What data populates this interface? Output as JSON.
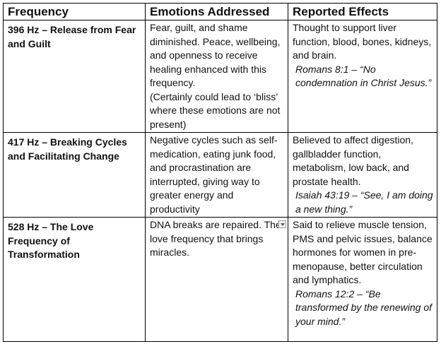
{
  "table": {
    "headers": [
      "Frequency",
      "Emotions Addressed",
      "Reported Effects"
    ],
    "rows": [
      {
        "frequency": "396 Hz – Release from Fear and Guilt",
        "emotions": "Fear, guilt, and shame diminished. Peace, wellbeing, and openness to receive healing enhanced with this frequency.",
        "emotions_note": "(Certainly could lead to ‘bliss’ where these emotions are not present)",
        "effects": "Thought to support liver function, blood, bones, kidneys, and brain.",
        "scripture": "Romans 8:1 – “No condemnation in Christ Jesus.”"
      },
      {
        "frequency": "417 Hz – Breaking Cycles and Facilitating Change",
        "emotions": "Negative cycles such as self-medication, eating junk food, and procrastination are interrupted, giving way to greater energy and productivity",
        "emotions_note": "",
        "effects": "Believed to affect digestion, gallbladder function, metabolism, low back, and prostate health.",
        "scripture": "Isaiah 43:19 – “See, I am doing a new thing.”"
      },
      {
        "frequency": "528 Hz – The Love Frequency of Transformation",
        "emotions": "DNA breaks are repaired. The love frequency that brings miracles.",
        "emotions_note": "",
        "effects": "Said to relieve muscle tension, PMS and pelvic issues, balance hormones for women in pre-menopause, better circulation and lymphatics.",
        "scripture": "Romans 12:2 – “Be transformed by the renewing of your mind.”"
      }
    ]
  },
  "icons": {
    "cell_menu": "dropdown-arrow-icon"
  }
}
